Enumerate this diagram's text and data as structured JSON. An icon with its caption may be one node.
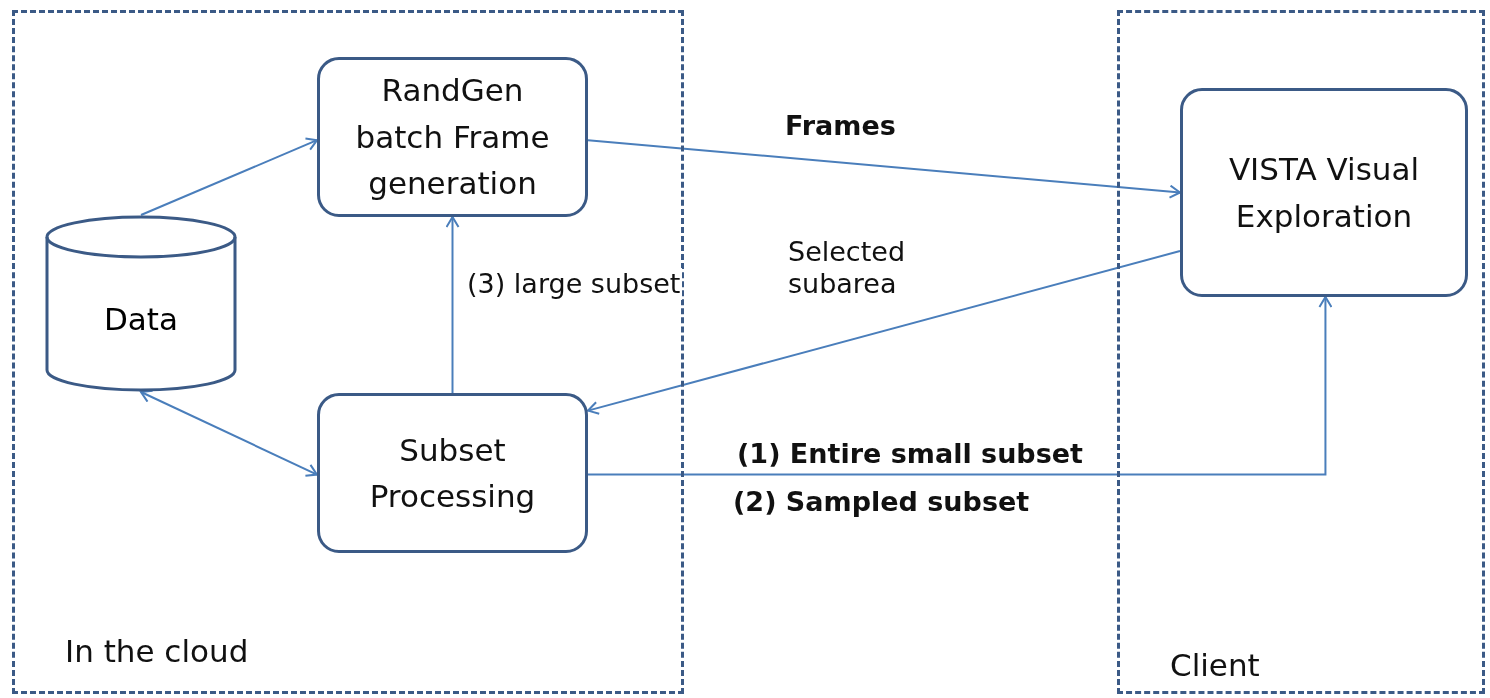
{
  "diagram": {
    "nodes": [
      {
        "text": [
          "In the cloud"
        ]
      },
      {
        "text": [
          "Client"
        ]
      },
      {
        "text": [
          "RandGen batch Frame generation"
        ],
        "in": 0
      },
      {
        "text": [
          "Data"
        ],
        "in": 0
      },
      {
        "text": [
          "Subset Processing"
        ],
        "in": 0
      },
      {
        "text": [
          "VISTA Visual Exploration"
        ],
        "in": 1
      }
    ],
    "edges": [
      {
        "from": 3,
        "to": 2,
        "arrow": "to"
      },
      {
        "from": 3,
        "to": 4,
        "arrow": "both"
      },
      {
        "from": 4,
        "to": 2,
        "arrow": "to",
        "label": "(3) large subset"
      },
      {
        "from": 2,
        "to": 5,
        "arrow": "to",
        "label": "**Frames**"
      },
      {
        "from": 5,
        "to": 4,
        "arrow": "to",
        "label": "Selected subarea"
      },
      {
        "from": 4,
        "to": 5,
        "arrow": "to",
        "label": "**(1) Entire small subset**"
      }
    ],
    "labels": [
      "**(2) Sampled subset**"
    ]
  }
}
